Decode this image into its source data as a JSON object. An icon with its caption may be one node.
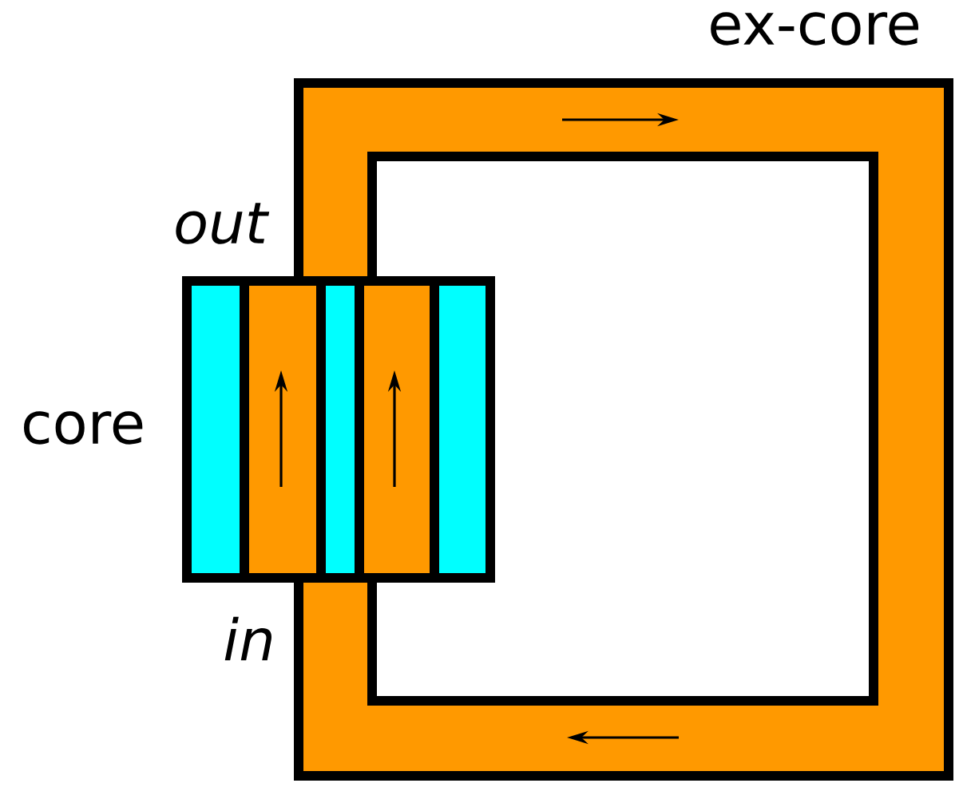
{
  "diagram": {
    "labels": [
      "ex-core",
      "out",
      "core",
      "in"
    ]
  }
}
